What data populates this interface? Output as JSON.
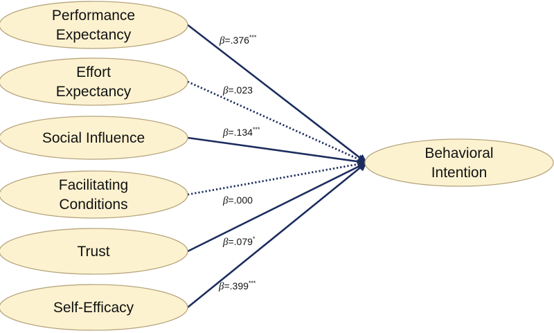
{
  "predictors": [
    {
      "id": "pe",
      "lines": [
        "Performance",
        "Expectancy"
      ],
      "coef": {
        "symbol": "β",
        "value": "=.376",
        "sig": "***"
      },
      "line_style": "solid"
    },
    {
      "id": "ee",
      "lines": [
        "Effort",
        "Expectancy"
      ],
      "coef": {
        "symbol": "β",
        "value": "=.023",
        "sig": ""
      },
      "line_style": "dotted"
    },
    {
      "id": "si",
      "lines": [
        "Social Influence"
      ],
      "coef": {
        "symbol": "β",
        "value": "=.134",
        "sig": "***"
      },
      "line_style": "solid"
    },
    {
      "id": "fc",
      "lines": [
        "Facilitating",
        "Conditions"
      ],
      "coef": {
        "symbol": "β",
        "value": "=.000",
        "sig": ""
      },
      "line_style": "dotted"
    },
    {
      "id": "tr",
      "lines": [
        "Trust"
      ],
      "coef": {
        "symbol": "β",
        "value": "=.079",
        "sig": "*"
      },
      "line_style": "solid"
    },
    {
      "id": "se",
      "lines": [
        "Self-Efficacy"
      ],
      "coef": {
        "symbol": "β",
        "value": "=.399",
        "sig": "***"
      },
      "line_style": "solid"
    }
  ],
  "outcome": {
    "id": "bi",
    "lines": [
      "Behavioral",
      "Intention"
    ]
  },
  "colors": {
    "node_fill": "#fdf2d0",
    "node_stroke": "#b5a57c",
    "path": "#1b2c5e",
    "text": "#111111"
  }
}
